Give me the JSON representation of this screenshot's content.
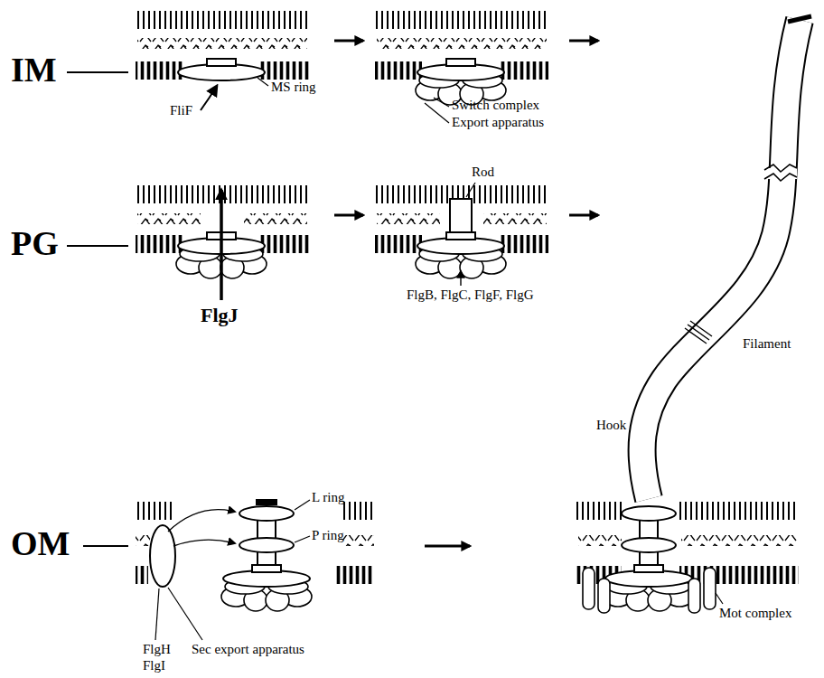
{
  "diagram": {
    "labels": [
      "IM",
      "MS ring",
      "FliF",
      "Switch complex",
      "Export apparatus",
      "PG",
      "FlgJ",
      "Rod",
      "FlgB, FlgC, FlgF, FlgG",
      "Filament",
      "Hook",
      "OM",
      "L ring",
      "P ring",
      "FlgH",
      "FlgI",
      "Sec export apparatus",
      "Mot complex"
    ]
  }
}
